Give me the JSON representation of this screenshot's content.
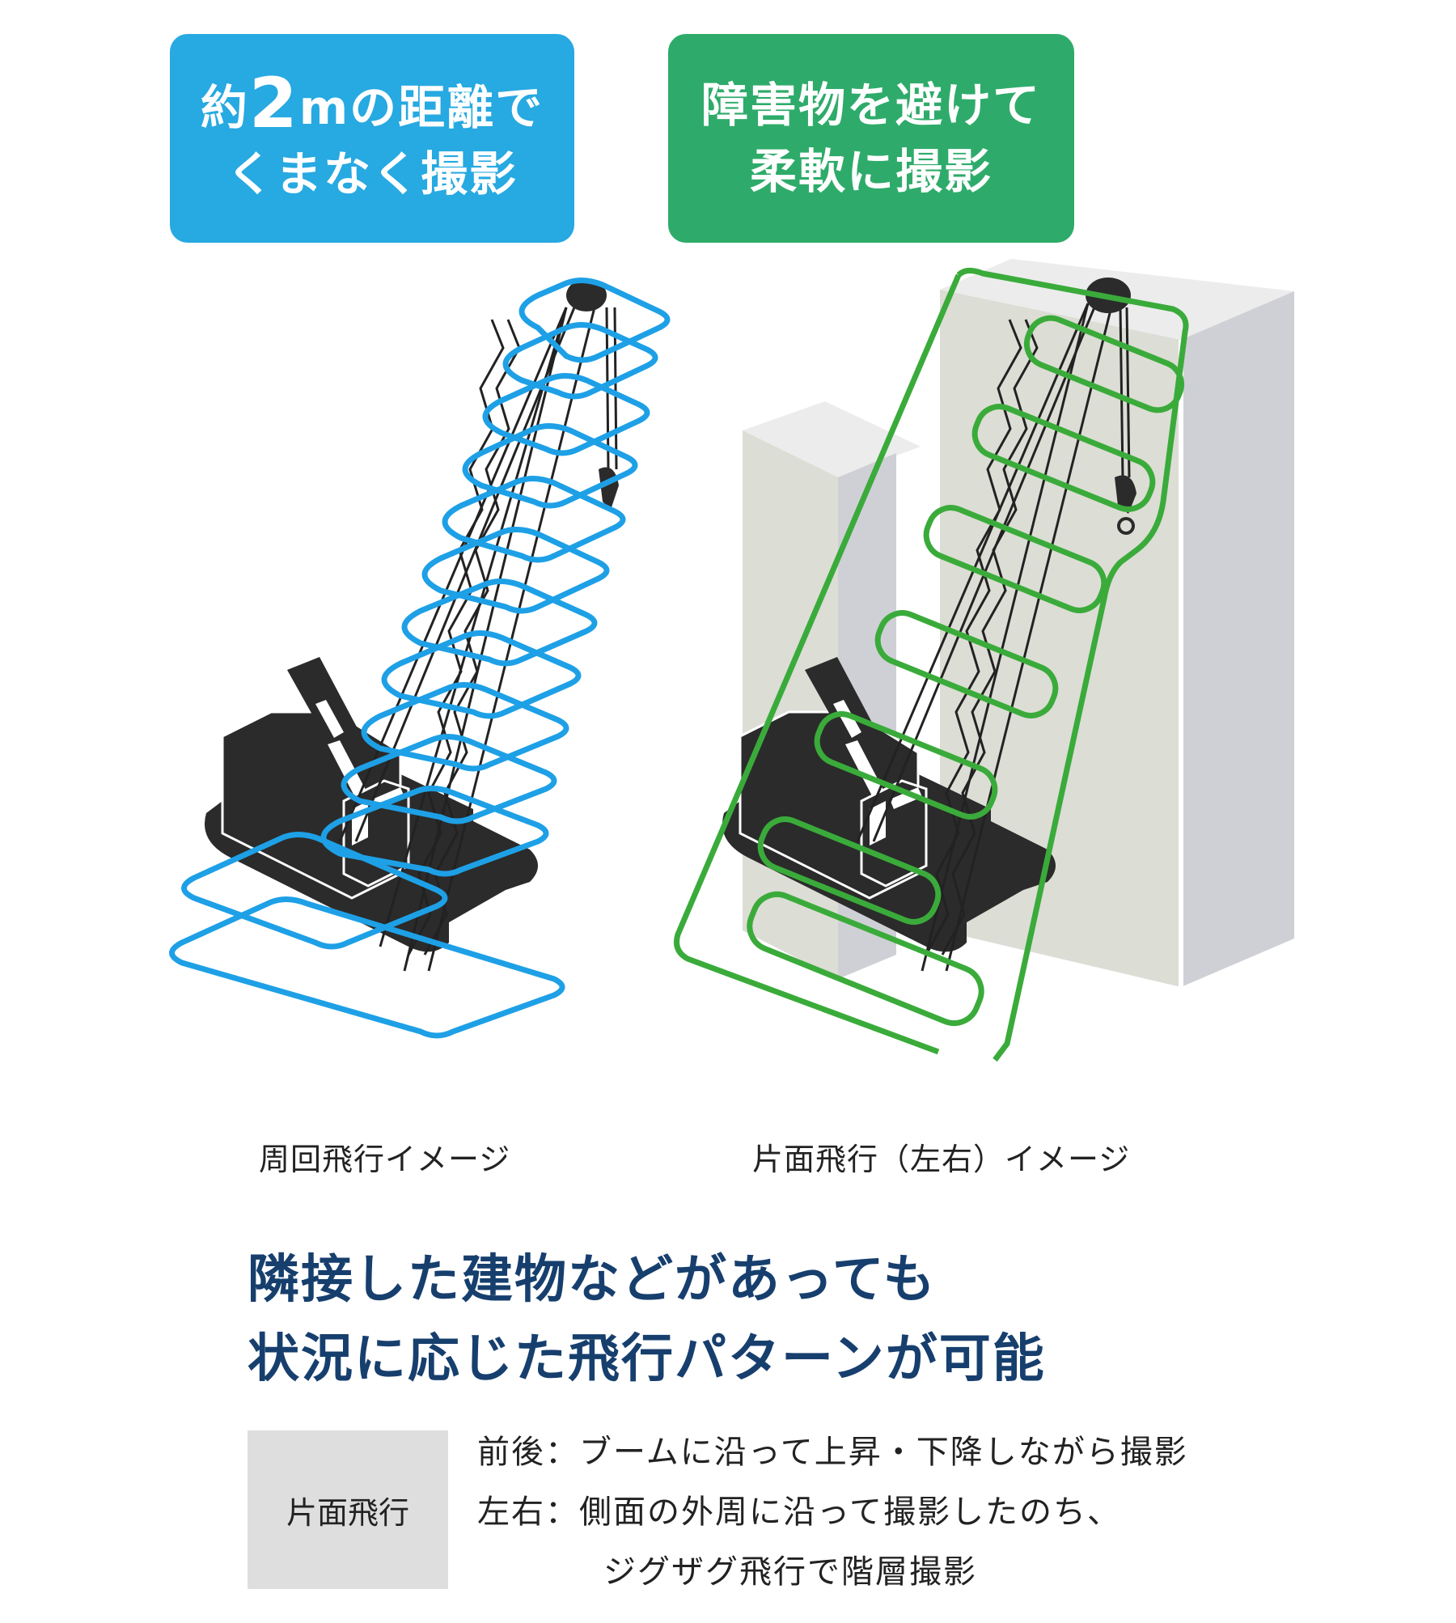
{
  "callouts": {
    "left": {
      "prefix": "約",
      "number": "2",
      "suffix": "mの距離で",
      "line2": "くまなく撮影",
      "color": "#27a9e1"
    },
    "right": {
      "line1": "障害物を避けて",
      "line2": "柔軟に撮影",
      "color": "#2eab6a"
    }
  },
  "illustrations": {
    "left": {
      "caption": "周回飛行イメージ",
      "path_color": "#1ea0e6",
      "crane_color": "#2b2b2b"
    },
    "right": {
      "caption": "片面飛行（左右）イメージ",
      "path_color": "#3aab3a",
      "building_color": "#dcddd5",
      "building_side_color": "#cfd0d5"
    }
  },
  "headline": {
    "line1": "隣接した建物などがあっても",
    "line2": "状況に応じた飛行パターンが可能",
    "color": "#173f6e"
  },
  "table": {
    "label": "片面飛行",
    "rows": [
      {
        "key": "前後",
        "sep": "：",
        "text": "ブームに沿って上昇・下降しながら撮影"
      },
      {
        "key": "左右",
        "sep": "：",
        "text": "側面の外周に沿って撮影したのち、"
      },
      {
        "key": "",
        "sep": "",
        "text": "ジグザグ飛行で階層撮影"
      }
    ]
  }
}
